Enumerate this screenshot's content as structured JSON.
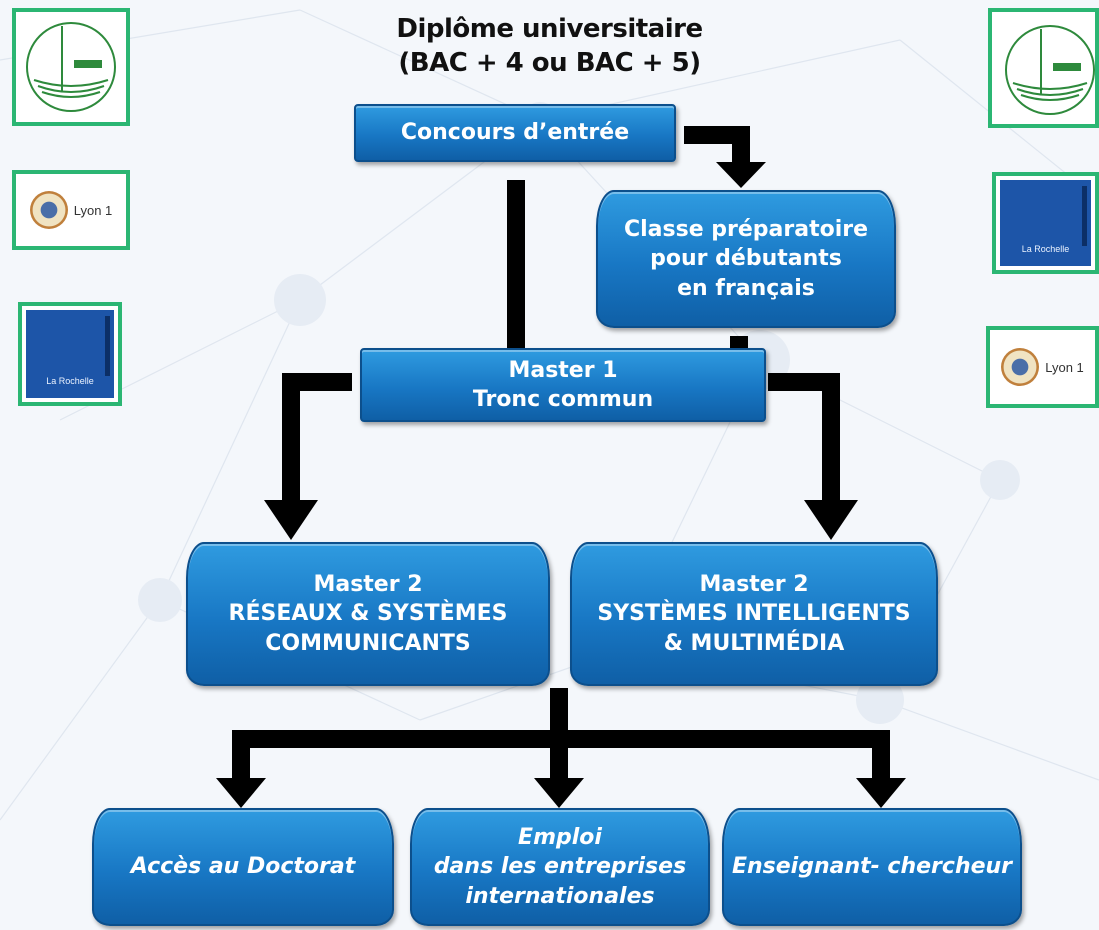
{
  "title": {
    "line1": "Diplôme universitaire",
    "line2": "(BAC + 4 ou BAC + 5)"
  },
  "boxes": {
    "concours": [
      "Concours d’entrée"
    ],
    "classe_prep": [
      "Classe préparatoire",
      "pour débutants",
      "en français"
    ],
    "master1": [
      "Master 1",
      "Tronc commun"
    ],
    "master2_rsc": [
      "Master 2",
      "RÉSEAUX & SYSTÈMES",
      "COMMUNICANTS"
    ],
    "master2_sim": [
      "Master 2",
      "SYSTÈMES INTELLIGENTS",
      "& MULTIMÉDIA"
    ],
    "doctorat": [
      "Accès au Doctorat"
    ],
    "emploi": [
      "Emploi",
      "dans les entreprises",
      "internationales"
    ],
    "enseignant": [
      "Enseignant- chercheur"
    ]
  },
  "logos": {
    "lyon_text": "Lyon 1",
    "larochelle_text": "La Rochelle"
  },
  "colors": {
    "box_blue": "#1877c4",
    "logo_green": "#2bb673",
    "arrow": "#000000"
  }
}
